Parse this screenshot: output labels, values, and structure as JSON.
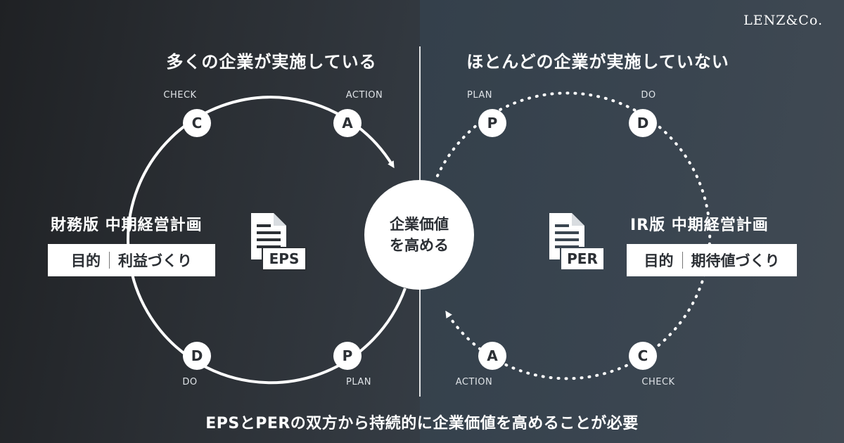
{
  "brand": "LENZ&Co.",
  "left": {
    "heading": "多くの企業が実施している",
    "plan_title": "財務版 中期経営計画",
    "purpose_label": "目的",
    "purpose_value": "利益づくり",
    "doc_label": "EPS",
    "nodes": [
      {
        "letter": "C",
        "label": "CHECK"
      },
      {
        "letter": "A",
        "label": "ACTION"
      },
      {
        "letter": "D",
        "label": "DO"
      },
      {
        "letter": "P",
        "label": "PLAN"
      }
    ]
  },
  "right": {
    "heading": "ほとんどの企業が実施していない",
    "plan_title": "IR版 中期経営計画",
    "purpose_label": "目的",
    "purpose_value": "期待値づくり",
    "doc_label": "PER",
    "nodes": [
      {
        "letter": "P",
        "label": "PLAN"
      },
      {
        "letter": "D",
        "label": "DO"
      },
      {
        "letter": "A",
        "label": "ACTION"
      },
      {
        "letter": "C",
        "label": "CHECK"
      }
    ]
  },
  "center": {
    "line1": "企業価値",
    "line2": "を高める"
  },
  "footer": "EPSとPERの双方から持続的に企業価値を高めることが必要",
  "colors": {
    "background_left": "#26292d",
    "background_right": "#3a4550",
    "foreground": "#ffffff",
    "ink": "#2b2f34"
  }
}
